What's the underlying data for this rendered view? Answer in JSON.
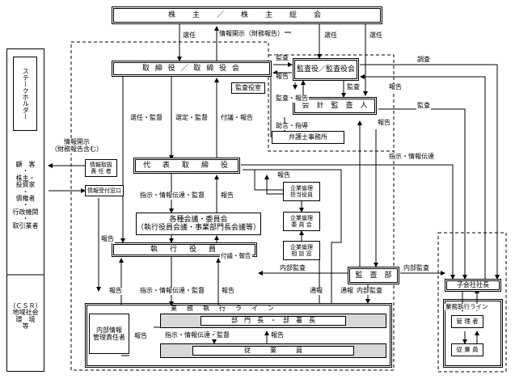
{
  "nodes": {
    "shareholders": "株　主　／　株　主　総　会",
    "board": "取 締 役 ／ 取 締 役 会",
    "auditors": "監査役／監査役会",
    "audit_office": "監査役室",
    "accounting_auditor": "会　計　監　査　人",
    "lawyer": "弁護士事務所",
    "representative": "代　表　取　締　役",
    "ethics_officer": "企業倫理\n担当役員",
    "ethics_committee": "企業倫理\n委 員 会",
    "ethics_desk": "企業倫理\n相 談 窓",
    "meetings": "各種会議・委員会\n（執行役員会議・事業部門長会議等）",
    "officers": "執　行　役　員",
    "audit_dept": "監　査　部",
    "info_manager": "情報取扱\n責 任 者",
    "info_window": "情報受付窓口",
    "line_title": "業　務　執　行　ラ　イ　ン",
    "internal_info": "内部情報\n管理責任者",
    "dept_heads": "部　門　長　・　部　署　長",
    "employees": "従　　　業　　　員",
    "sub_president": "子会社社長",
    "sub_line": "業務執行ライン",
    "sub_manager": "管 理 者",
    "sub_employee": "従 業 員"
  },
  "stakeholders": {
    "title": "ステークホルダー",
    "list": "顧　客\n・\n株主・\n投資家\n・\n債権者\n・\n行政機関\n・\n取引業者",
    "csr": "（ＣＳＲ）\n地域社会\n環　境\n等"
  },
  "labels": {
    "entrust1": "選任",
    "disclose_fin": "情報開示（財務報告）",
    "entrust2": "選任",
    "entrust3": "選任",
    "audit_top": "監査",
    "report_top": "報告",
    "investigate": "調査",
    "report_right": "報告",
    "audit_report": "監査・報告",
    "audit_mid": "監査",
    "report_mid": "報告",
    "audit_right": "監査",
    "advice": "助言・指導",
    "elect_supervise": "選任・監督",
    "appoint_supervise": "選定・監督",
    "deliver_report": "付議・報告",
    "disclose_info": "情報開示\n（財務報告含む）",
    "instruct_right": "指示・情報伝達",
    "report_rep": "報告",
    "instruct_meet": "指示・情報伝達・監督",
    "report_meet": "報告",
    "deliver_report2": "付議・報告",
    "report_left": "報告",
    "internal_audit1": "内部監査",
    "internal_audit2": "内部監査",
    "report_off": "報告",
    "instruct_off": "指示・情報伝達・監督",
    "report_off2": "報告",
    "notify1": "通報",
    "notify2": "通報",
    "internal_audit3": "内部監査",
    "report_line": "報告",
    "instruct_line": "指示・情報伝達・監督",
    "report_line2": "報告"
  }
}
